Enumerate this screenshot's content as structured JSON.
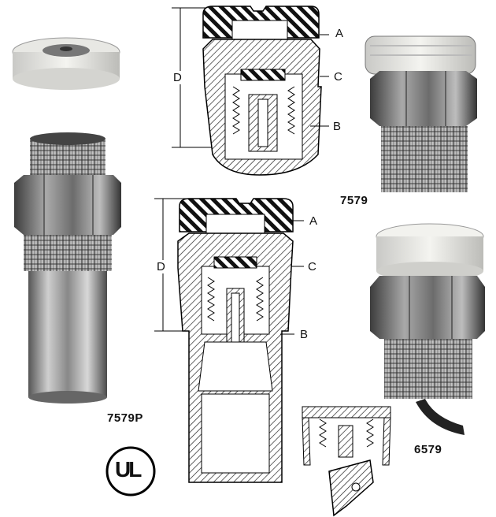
{
  "products": {
    "model_7579P": "7579P",
    "model_7579": "7579",
    "model_6579": "6579"
  },
  "diagram_top": {
    "label_a": "A",
    "label_c": "C",
    "label_b": "B",
    "label_d": "D"
  },
  "diagram_bottom": {
    "label_a": "A",
    "label_c": "C",
    "label_b": "B",
    "label_d": "D"
  },
  "ul_mark": {
    "text": "UL"
  }
}
